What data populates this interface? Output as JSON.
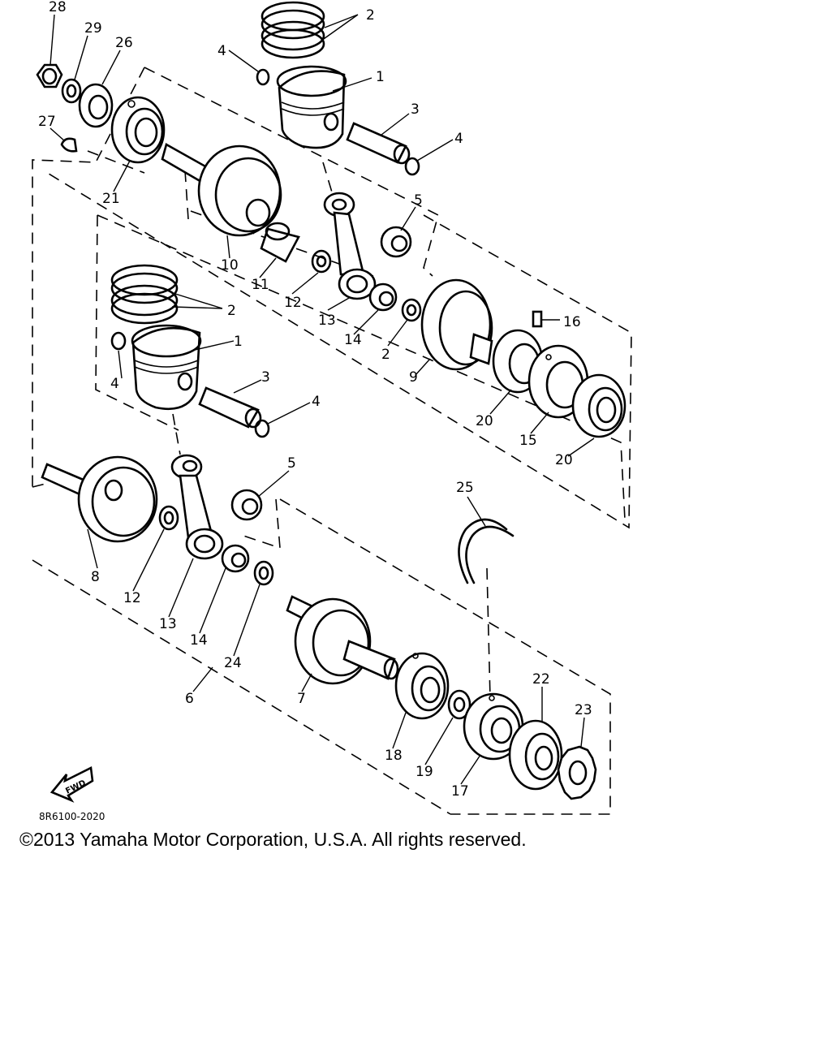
{
  "diagram": {
    "callouts": {
      "c28": "28",
      "c29": "29",
      "c26": "26",
      "c27": "27",
      "c2a": "2",
      "c4a": "4",
      "c1a": "1",
      "c3a": "3",
      "c4b": "4",
      "c21": "21",
      "c10": "10",
      "c5a": "5",
      "c11": "11",
      "c12a": "12",
      "c13a": "13",
      "c14a": "14",
      "c2b": "2",
      "c9": "9",
      "c16": "16",
      "c2c": "2",
      "c1b": "1",
      "c4c": "4",
      "c3b": "3",
      "c4d": "4",
      "c20a": "20",
      "c15": "15",
      "c20b": "20",
      "c5b": "5",
      "c25": "25",
      "c8": "8",
      "c12b": "12",
      "c13b": "13",
      "c14b": "14",
      "c24": "24",
      "c6": "6",
      "c7": "7",
      "c18": "18",
      "c19": "19",
      "c17": "17",
      "c22": "22",
      "c23": "23"
    },
    "fwd_label": "FWD",
    "part_code": "8R6100-2020"
  },
  "footer": {
    "copyright": "©2013 Yamaha Motor Corporation, U.S.A. All rights reserved."
  }
}
